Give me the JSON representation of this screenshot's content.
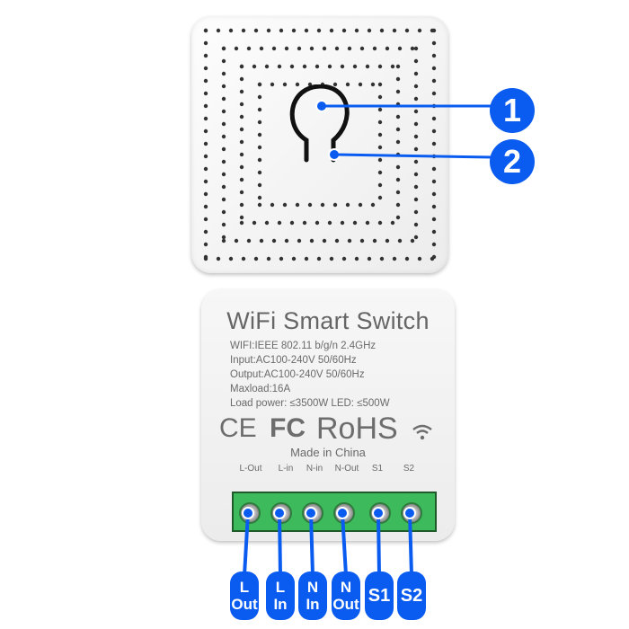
{
  "callouts": [
    "1",
    "2"
  ],
  "label": {
    "title": "WiFi Smart Switch",
    "specs": [
      "WIFI:IEEE 802.11 b/g/n 2.4GHz",
      "Input:AC100-240V 50/60Hz",
      "Output:AC100-240V 50/60Hz",
      "Maxload:16A",
      "Load power: ≤3500W  LED: ≤500W"
    ],
    "certifications": [
      "CE",
      "FC",
      "RoHS"
    ],
    "made_in": "Made in China",
    "terminal_labels": [
      "L-Out",
      "L-in",
      "N-in",
      "N-Out",
      "S1",
      "S2"
    ]
  },
  "badges": [
    {
      "line1": "L",
      "line2": "Out"
    },
    {
      "line1": "L",
      "line2": "In"
    },
    {
      "line1": "N",
      "line2": "In"
    },
    {
      "line1": "N",
      "line2": "Out"
    },
    {
      "line1": "S1",
      "line2": ""
    },
    {
      "line1": "S2",
      "line2": ""
    }
  ],
  "colors": {
    "accent": "#0a5cf0",
    "terminal": "#3dbb5c"
  }
}
